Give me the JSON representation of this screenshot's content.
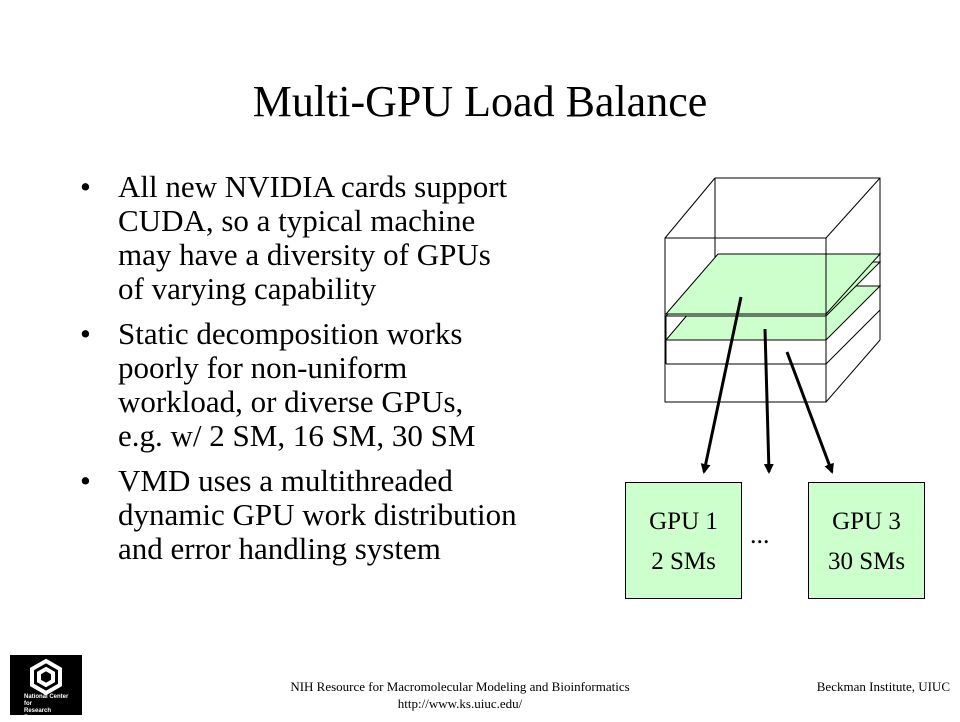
{
  "slide": {
    "title": "Multi-GPU Load Balance",
    "bullet_marker": "•",
    "bullets": [
      {
        "lines": [
          "All new NVIDIA cards support",
          "CUDA, so a typical machine",
          "may have a diversity of GPUs",
          "of varying capability"
        ]
      },
      {
        "lines": [
          "Static decomposition works",
          "poorly for non-uniform",
          "workload, or diverse GPUs,",
          "e.g. w/ 2 SM, 16 SM, 30 SM"
        ]
      },
      {
        "lines": [
          "VMD uses a multithreaded",
          "dynamic GPU work distribution",
          "and error handling system"
        ]
      }
    ]
  },
  "diagram": {
    "slab_color": "#ccffcc",
    "gpu_left": {
      "name": "GPU 1",
      "sms": "2 SMs"
    },
    "gpu_right": {
      "name": "GPU 3",
      "sms": "30 SMs"
    },
    "ellipsis": "..."
  },
  "footer": {
    "left_line1": "NIH Resource for Macromolecular Modeling and Bioinformatics",
    "left_line2": "http://www.ks.uiuc.edu/",
    "right": "Beckman Institute, UIUC",
    "logo_text": [
      "National Center for",
      "Research Resources"
    ]
  }
}
